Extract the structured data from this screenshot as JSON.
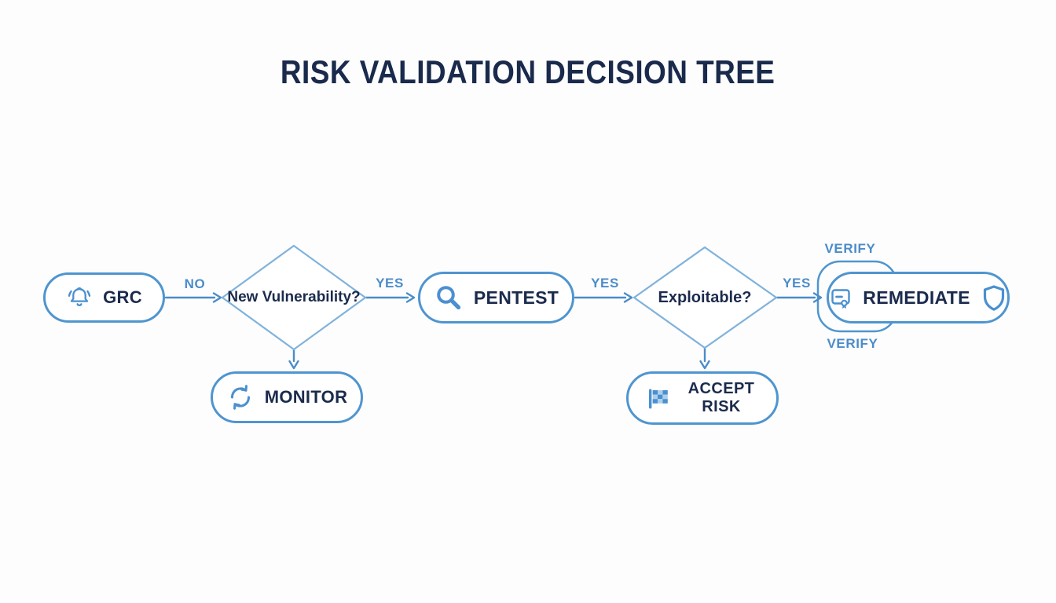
{
  "title": "RISK VALIDATION DECISION TREE",
  "colors": {
    "background": "#fdfdfd",
    "accent_blue": "#4a8cc8",
    "node_border_blue": "#4f95cf",
    "diamond_border_blue": "#7fb2dc",
    "icon_blue": "#4a90cf",
    "navy_text": "#1b2b4d",
    "edge_label_blue": "#4c8cc9"
  },
  "nodes": {
    "grc": {
      "label": "GRC",
      "shape": "pill",
      "icon": "bell-icon"
    },
    "new_vulnerability": {
      "label": "New Vulnerability?",
      "shape": "diamond"
    },
    "monitor": {
      "label": "MONITOR",
      "shape": "pill",
      "icon": "refresh-icon"
    },
    "pentest": {
      "label": "PENTEST",
      "shape": "pill",
      "icon": "search-icon"
    },
    "exploitable": {
      "label": "Exploitable?",
      "shape": "diamond"
    },
    "accept_risk": {
      "label": "ACCEPT RISK",
      "shape": "pill",
      "icon": "checkered-flag-icon"
    },
    "remediate": {
      "label": "REMEDIATE",
      "shape": "pill",
      "icon_left": "certificate-icon",
      "icon_right": "shield-icon"
    }
  },
  "edges": {
    "grc_to_new_vulnerability": {
      "from": "grc",
      "to": "new_vulnerability",
      "label": "NO"
    },
    "new_vulnerability_to_pentest": {
      "from": "new_vulnerability",
      "to": "pentest",
      "label": "YES"
    },
    "new_vulnerability_to_monitor": {
      "from": "new_vulnerability",
      "to": "monitor"
    },
    "pentest_to_exploitable": {
      "from": "pentest",
      "to": "exploitable",
      "label": "YES"
    },
    "exploitable_to_remediate": {
      "from": "exploitable",
      "to": "remediate",
      "label": "YES"
    },
    "exploitable_to_accept_risk": {
      "from": "exploitable",
      "to": "accept_risk"
    },
    "remediate_verify_top": {
      "from": "remediate",
      "to": "remediate",
      "label": "VERIFY"
    },
    "remediate_verify_bottom": {
      "from": "remediate",
      "to": "remediate",
      "label": "VERIFY"
    }
  }
}
